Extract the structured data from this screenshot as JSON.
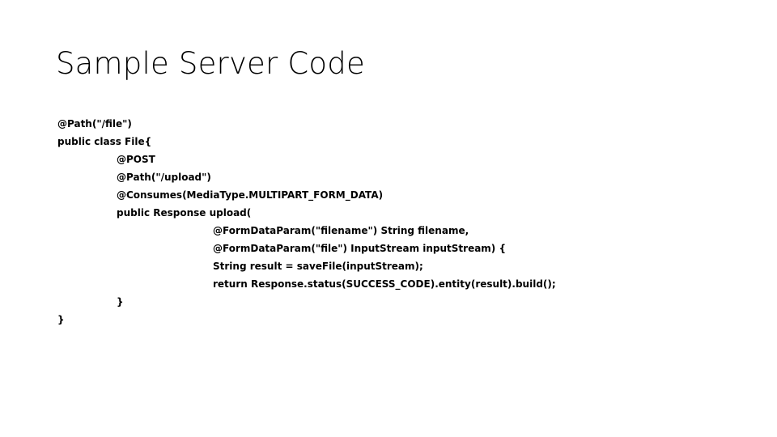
{
  "slide": {
    "title": "Sample Server Code",
    "background_color": "#FFFFFF",
    "text_color": "#000000",
    "code": {
      "language": "java",
      "lines": [
        {
          "indent": 0,
          "text": "@Path(\"/file\")"
        },
        {
          "indent": 0,
          "text": "public class File{"
        },
        {
          "indent": 1,
          "text": "@POST"
        },
        {
          "indent": 1,
          "text": "@Path(\"/upload\")"
        },
        {
          "indent": 1,
          "text": "@Consumes(MediaType.MULTIPART_FORM_DATA)"
        },
        {
          "indent": 1,
          "text": "public Response upload("
        },
        {
          "indent": 2,
          "text": "@FormDataParam(\"filename\") String filename,"
        },
        {
          "indent": 2,
          "text": "@FormDataParam(\"file\") InputStream inputStream) {"
        },
        {
          "indent": 2,
          "text": "String result = saveFile(inputStream);"
        },
        {
          "indent": 2,
          "text": "return Response.status(SUCCESS_CODE).entity(result).build();"
        },
        {
          "indent": 1,
          "text": "}"
        },
        {
          "indent": 0,
          "text": "}"
        }
      ]
    }
  }
}
